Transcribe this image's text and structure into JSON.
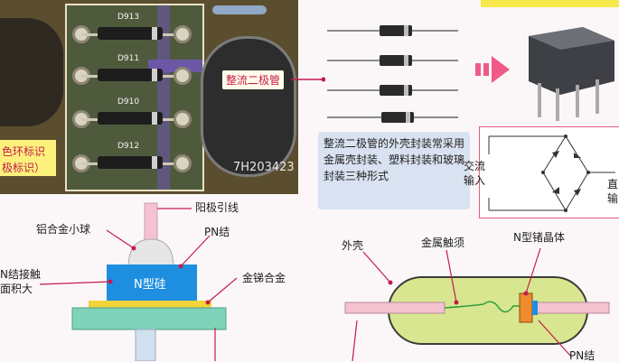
{
  "photo": {
    "diodes": [
      "D913",
      "D911",
      "D910",
      "D912"
    ],
    "rectifier_label": "整流二极管",
    "side_label_1": "色环标识",
    "side_label_2": "极标识）",
    "board_text": "7H203423"
  },
  "description": {
    "text": "整流二极管的外壳封装常采用金属壳封装、塑料封装和玻璃封装三种形式"
  },
  "circuit": {
    "ac_label_1": "交流",
    "ac_label_2": "输入",
    "right_1": "直",
    "right_2": "输"
  },
  "left_diagram": {
    "anode_lead": "阳极引线",
    "aluminum_ball": "铝合金小球",
    "pn_junction": "PN结",
    "contact_1": "N结接触",
    "contact_2": "面积大",
    "n_silicon": "N型硅",
    "gold_antimony": "金锑合金"
  },
  "right_diagram": {
    "shell": "外壳",
    "metal_whisker": "金属触须",
    "n_germanium": "N型锗晶体",
    "pn_bottom": "PN结"
  },
  "colors": {
    "accent": "#c51a4d",
    "n_block": "#1e8fe0",
    "plate": "#f2d33a",
    "base": "#7fd3b8",
    "glass": "#d8e68f"
  }
}
